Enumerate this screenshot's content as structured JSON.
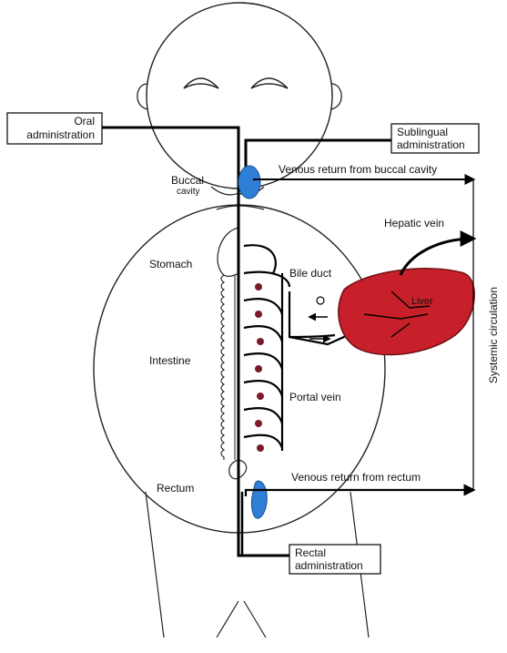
{
  "labels": {
    "oral_1": "Oral",
    "oral_2": "administration",
    "sublingual_1": "Sublingual",
    "sublingual_2": "administration",
    "buccal_1": "Buccal",
    "buccal_2": "cavity",
    "venous_buccal": "Venous return from buccal cavity",
    "hepatic_vein": "Hepatic vein",
    "stomach": "Stomach",
    "bile_duct": "Bile duct",
    "liver": "Liver",
    "intestine": "Intestine",
    "portal_vein": "Portal vein",
    "rectum": "Rectum",
    "venous_rectum": "Venous return from rectum",
    "rectal_1": "Rectal",
    "rectal_2": "administration",
    "systemic": "Systemic circulation"
  },
  "colors": {
    "outline": "#222222",
    "path": "#000000",
    "drug": "#2f7fd6",
    "liver": "#c8202a",
    "vessel_dots": "#7a1a2a"
  }
}
